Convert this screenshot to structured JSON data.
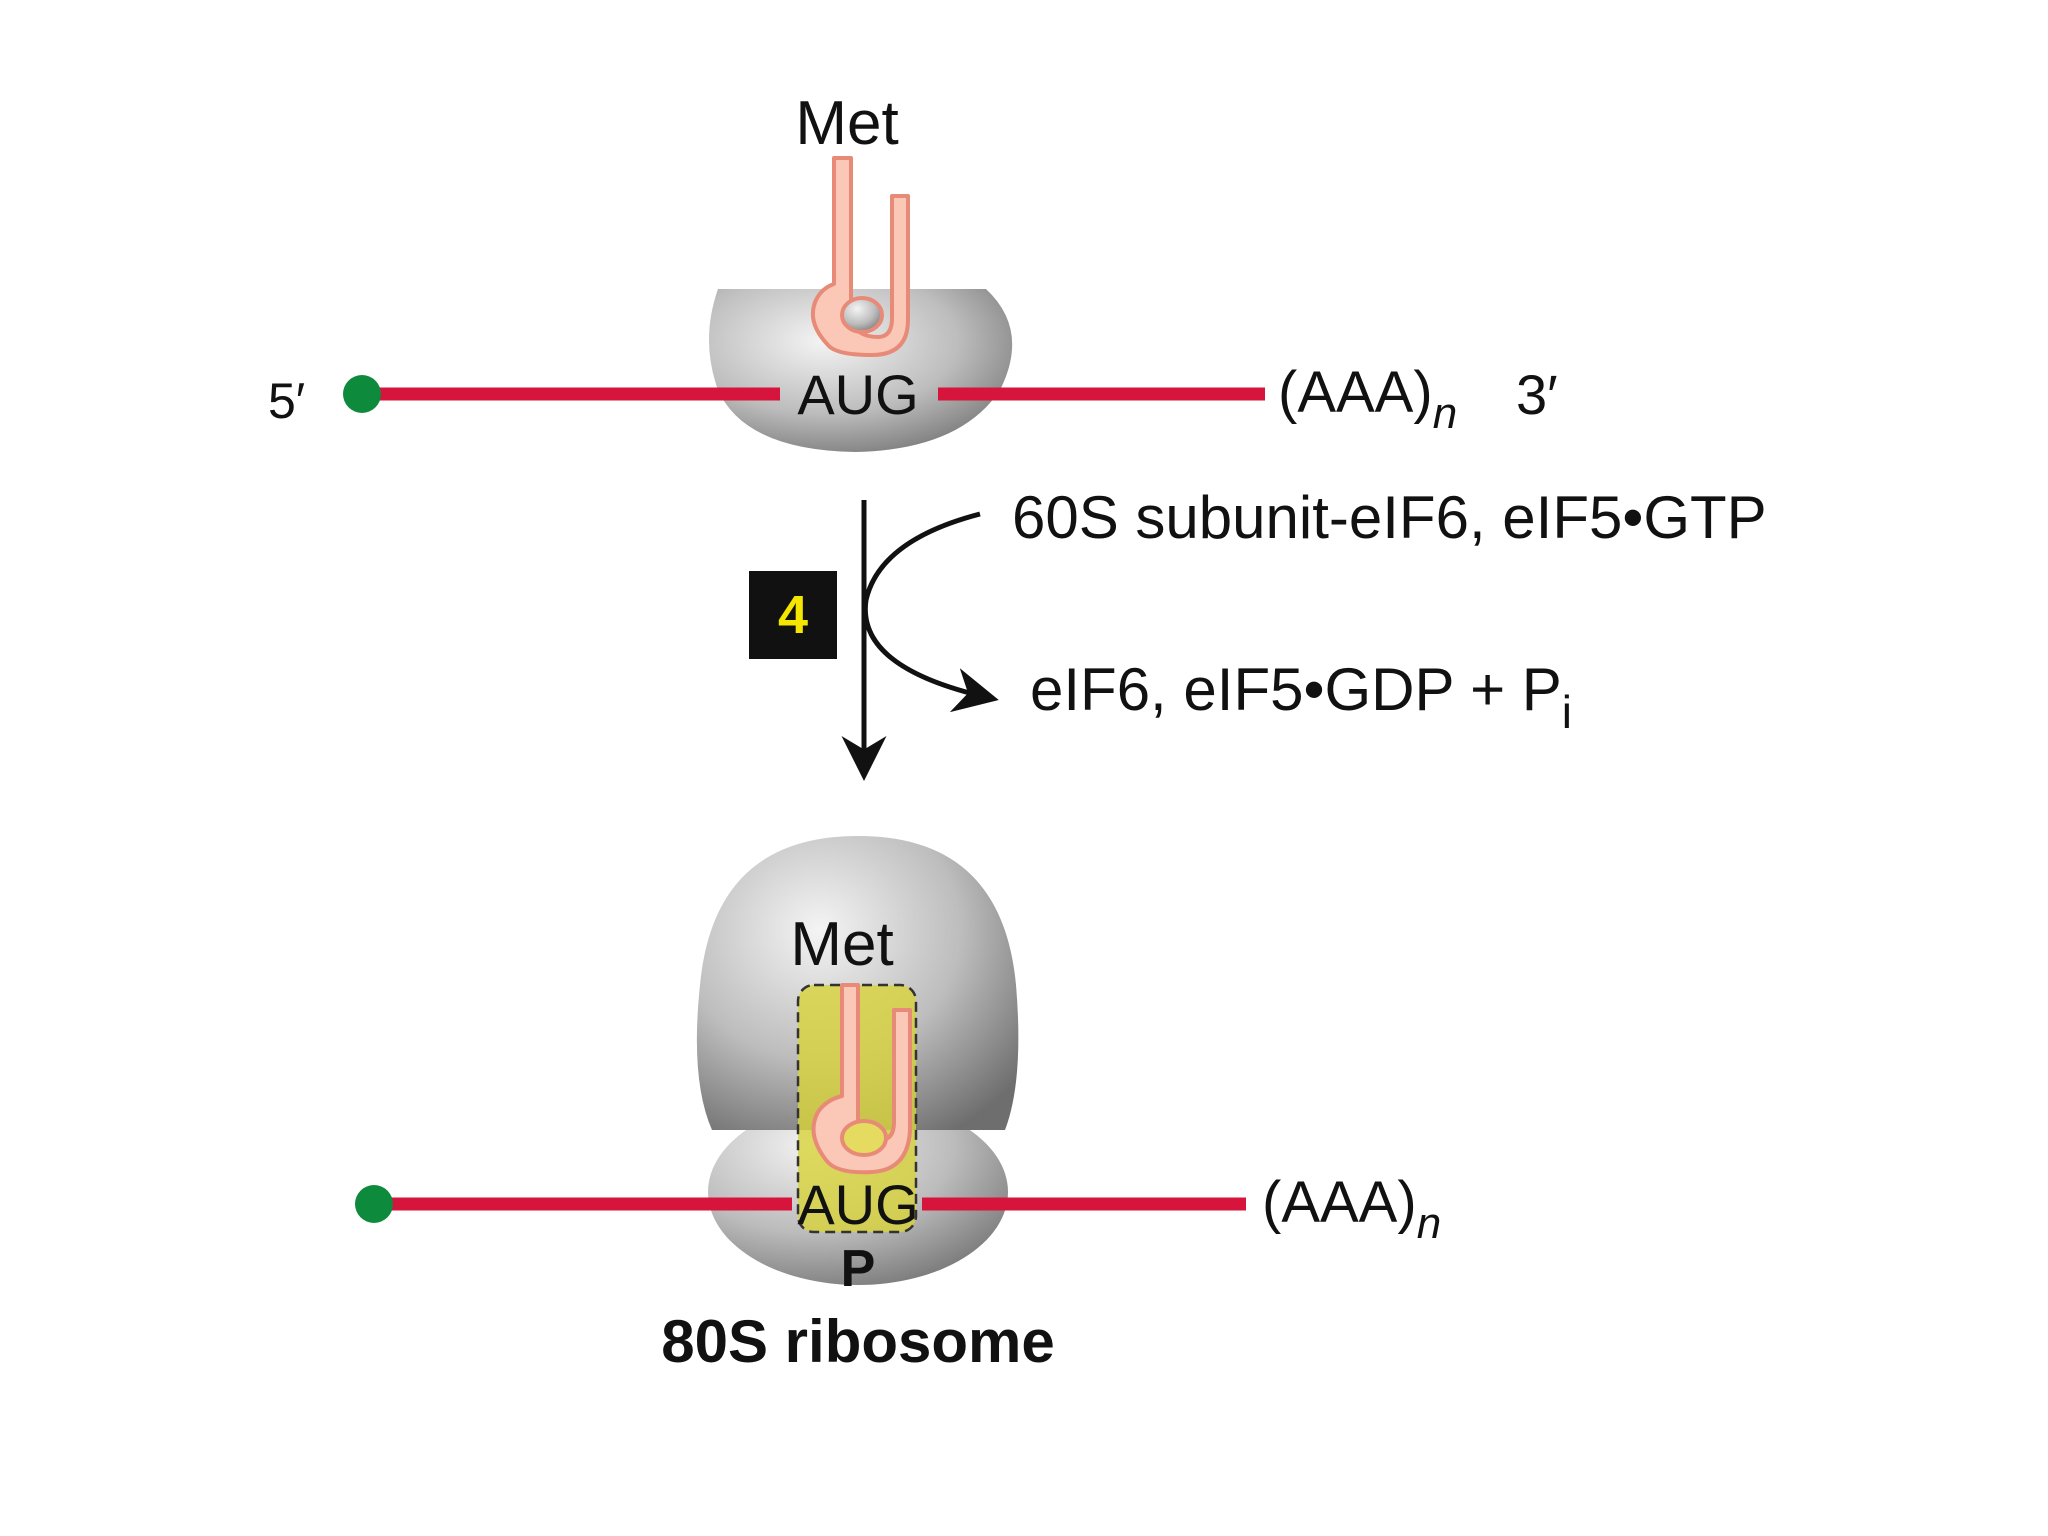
{
  "top": {
    "trna_label": "Met",
    "codon": "AUG",
    "five_prime": "5′",
    "poly_a": "(AAA)",
    "poly_a_sub": "n",
    "three_prime": "3′"
  },
  "step": {
    "number": "4",
    "input_label": "60S subunit-eIF6, eIF5•GTP",
    "output_label": "eIF6, eIF5•GDP + P",
    "output_sub": "i"
  },
  "bottom": {
    "trna_label": "Met",
    "codon": "AUG",
    "site": "P",
    "poly_a": "(AAA)",
    "poly_a_sub": "n",
    "title": "80S ribosome"
  },
  "colors": {
    "mrna": "#d6143c",
    "cap": "#0e8a3c",
    "trna_fill": "#fbc8b8",
    "trna_stroke": "#e88a78",
    "p_site": "#d8d23a",
    "ribosome": "#8c8c8c",
    "step_box": "#111111",
    "step_number": "#f5e600"
  }
}
